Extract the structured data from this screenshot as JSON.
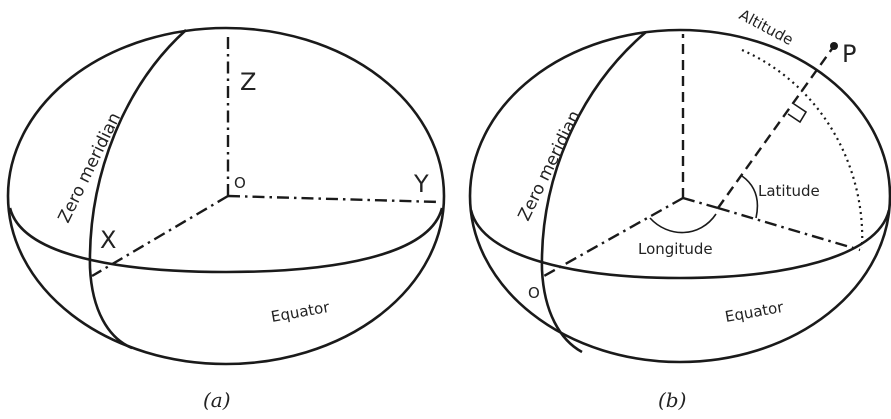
{
  "panel_a": {
    "zero_meridian": "Zero meridian",
    "axis_z": "Z",
    "axis_x": "X",
    "axis_y": "Y",
    "origin": "O",
    "equator": "Equator",
    "caption": "(a)"
  },
  "panel_b": {
    "zero_meridian": "Zero meridian",
    "altitude": "Altitude",
    "point": "P",
    "latitude": "Latitude",
    "longitude": "Longitude",
    "origin": "O",
    "equator": "Equator",
    "caption": "(b)"
  }
}
